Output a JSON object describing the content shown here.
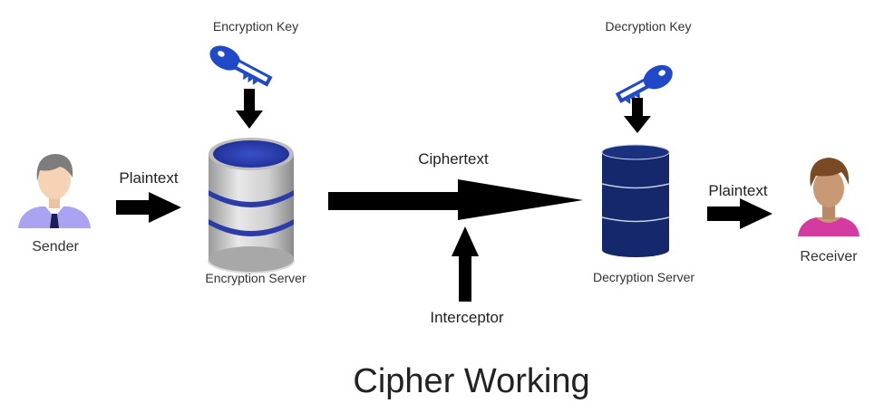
{
  "title": "Cipher Working",
  "nodes": {
    "sender": {
      "label": "Sender",
      "icon": "male-user-icon"
    },
    "encryption_key": {
      "label": "Encryption Key",
      "icon": "key-icon"
    },
    "encryption_server": {
      "label": "Encryption Server",
      "icon": "database-icon"
    },
    "decryption_key": {
      "label": "Decryption Key",
      "icon": "key-icon"
    },
    "decryption_server": {
      "label": "Decryption Server",
      "icon": "database-icon"
    },
    "receiver": {
      "label": "Receiver",
      "icon": "female-user-icon"
    },
    "interceptor": {
      "label": "Interceptor"
    }
  },
  "edges": {
    "sender_to_encryption": {
      "label": "Plaintext"
    },
    "encryption_to_decryption": {
      "label": "Ciphertext"
    },
    "decryption_to_receiver": {
      "label": "Plaintext"
    }
  },
  "colors": {
    "key_blue": "#1f49c9",
    "enc_db_top": "#2a3ca8",
    "enc_db_body": "#c9c9c9",
    "dec_db": "#14286b",
    "sender_shirt": "#a9a3f2",
    "sender_hair": "#7d7d7d",
    "receiver_shirt": "#d43aa0",
    "receiver_hair": "#7a4a24",
    "skin_light": "#f5d3b4",
    "skin_tan": "#c99875"
  }
}
